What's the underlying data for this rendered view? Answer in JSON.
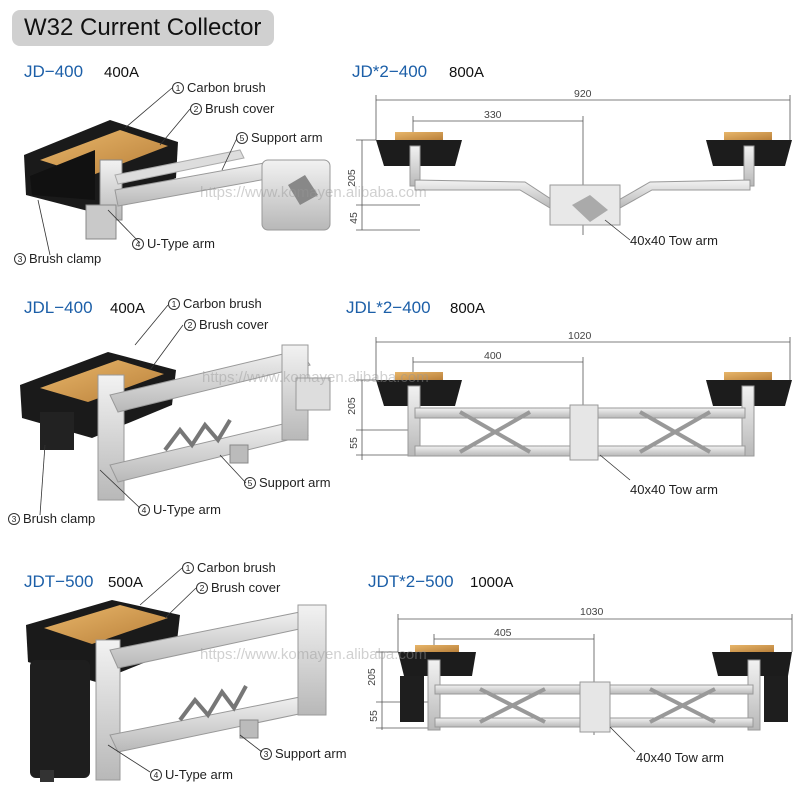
{
  "title": "W32 Current Collector",
  "watermark": "https://www.komayen.alibaba.com",
  "rows": [
    {
      "single": {
        "model": "JD−400",
        "rating": "400A"
      },
      "double": {
        "model": "JD*2−400",
        "rating": "800A"
      },
      "labels": {
        "carbon_brush": "Carbon brush",
        "brush_cover": "Brush cover",
        "support_arm": "Support arm",
        "u_type_arm": "U-Type arm",
        "brush_clamp": "Brush clamp"
      },
      "numbers": {
        "carbon_brush": "1",
        "brush_cover": "2",
        "support_arm": "5",
        "u_type_arm": "4",
        "brush_clamp": "3"
      },
      "dims": {
        "total": "920",
        "half": "330",
        "height": "205",
        "offset": "45"
      },
      "tow_arm": "40x40 Tow arm"
    },
    {
      "single": {
        "model": "JDL−400",
        "rating": "400A"
      },
      "double": {
        "model": "JDL*2−400",
        "rating": "800A"
      },
      "labels": {
        "carbon_brush": "Carbon brush",
        "brush_cover": "Brush cover",
        "support_arm": "Support arm",
        "u_type_arm": "U-Type arm",
        "brush_clamp": "Brush clamp"
      },
      "numbers": {
        "carbon_brush": "1",
        "brush_cover": "2",
        "support_arm": "5",
        "u_type_arm": "4",
        "brush_clamp": "3"
      },
      "dims": {
        "total": "1020",
        "half": "400",
        "height": "205",
        "offset": "55"
      },
      "tow_arm": "40x40 Tow arm"
    },
    {
      "single": {
        "model": "JDT−500",
        "rating": "500A"
      },
      "double": {
        "model": "JDT*2−500",
        "rating": "1000A"
      },
      "labels": {
        "carbon_brush": "Carbon brush",
        "brush_cover": "Brush cover",
        "support_arm": "Support arm",
        "u_type_arm": "U-Type arm"
      },
      "numbers": {
        "carbon_brush": "1",
        "brush_cover": "2",
        "support_arm": "3",
        "u_type_arm": "4"
      },
      "dims": {
        "total": "1030",
        "half": "405",
        "height": "205",
        "offset": "55"
      },
      "tow_arm": "40x40 Tow arm"
    }
  ]
}
